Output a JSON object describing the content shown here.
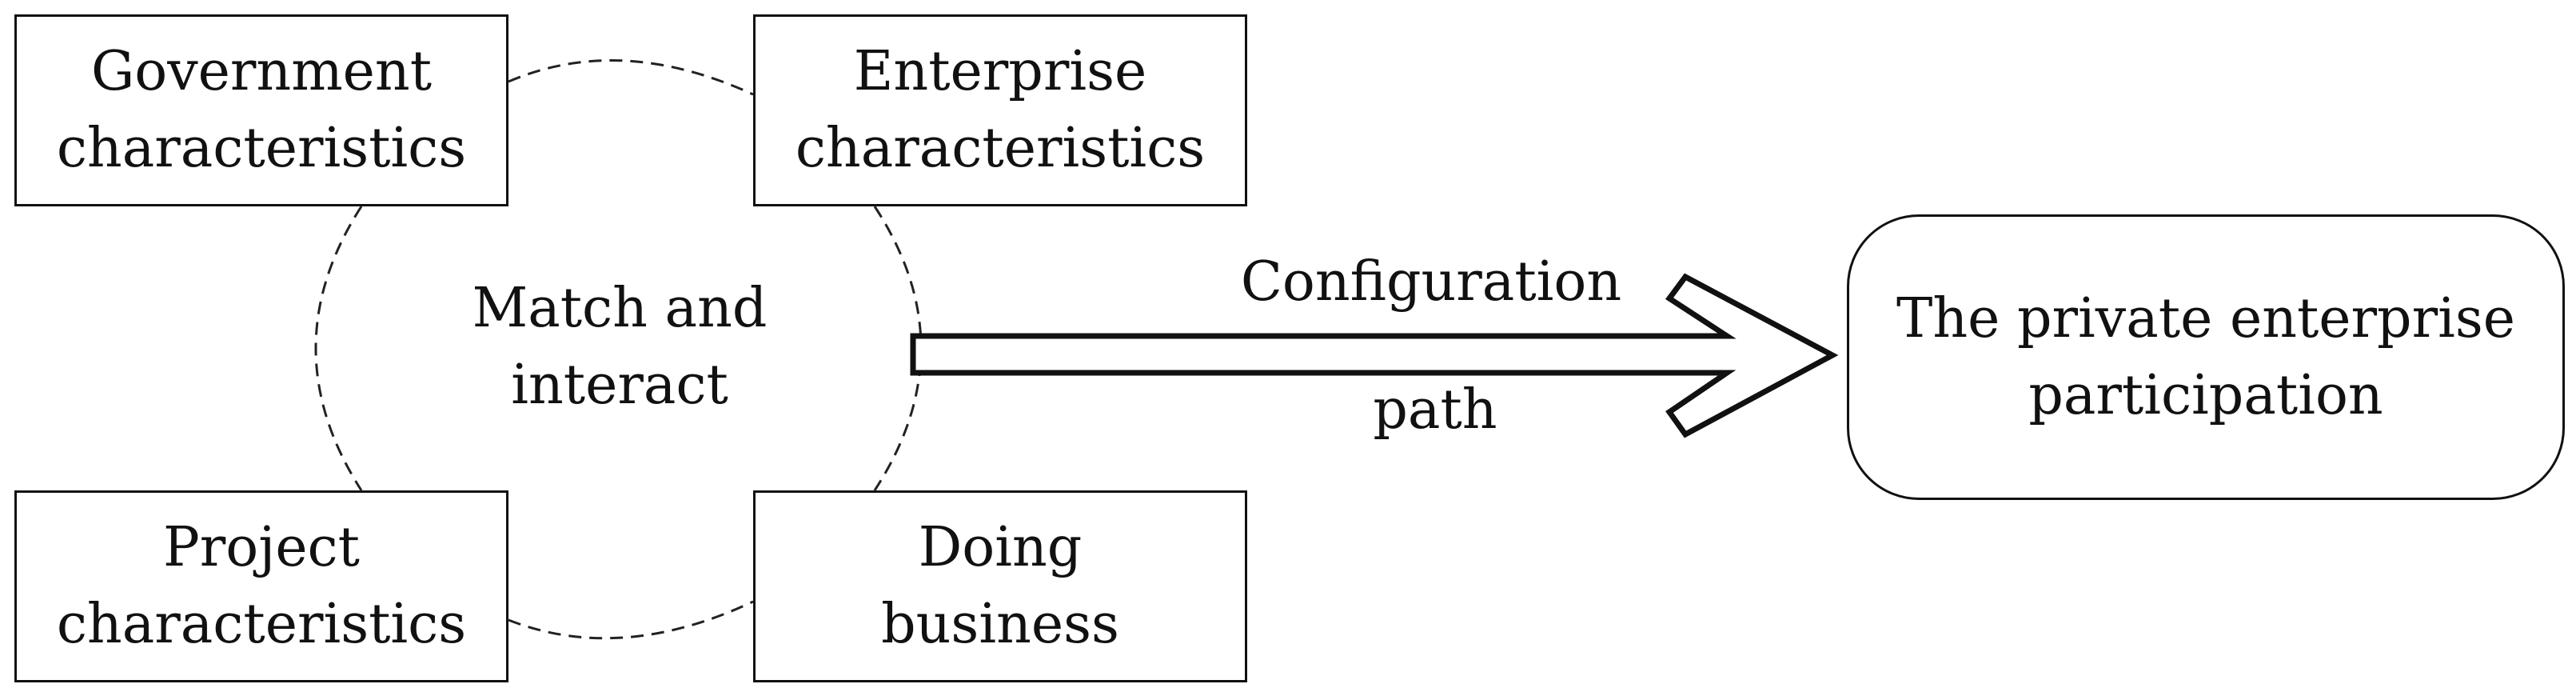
{
  "diagram": {
    "boxes": {
      "government": {
        "line1": "Government",
        "line2": "characteristics"
      },
      "enterprise": {
        "line1": "Enterprise",
        "line2": "characteristics"
      },
      "project": {
        "line1": "Project",
        "line2": "characteristics"
      },
      "doing_business": {
        "line1": "Doing",
        "line2": "business"
      }
    },
    "center": {
      "line1": "Match and",
      "line2": "interact"
    },
    "arrow": {
      "label_top": "Configuration",
      "label_bottom": "path"
    },
    "result": {
      "line1": "The private enterprise",
      "line2": "participation"
    }
  }
}
